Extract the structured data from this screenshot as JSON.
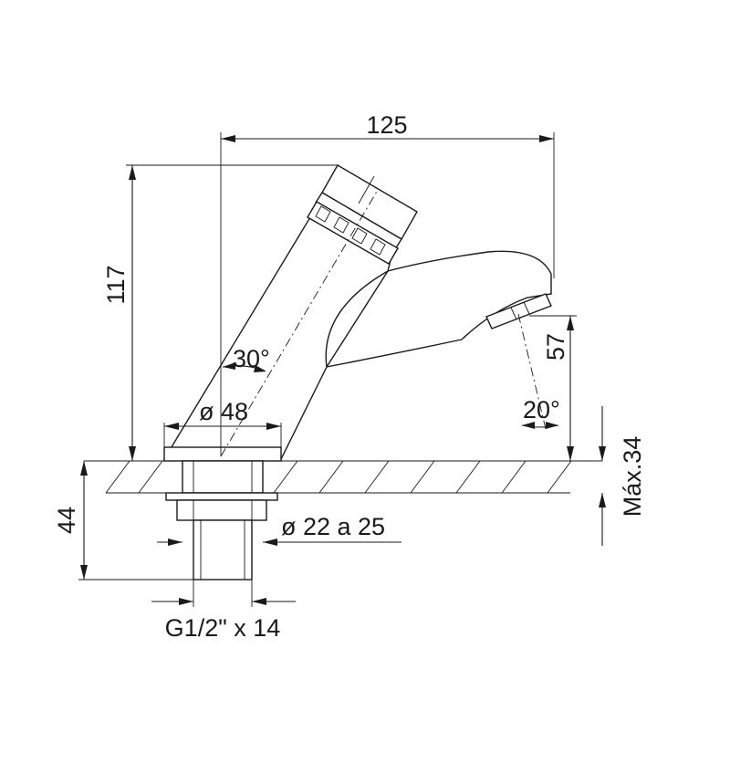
{
  "dimensions": {
    "width_total": "125",
    "height_total": "117",
    "spout_height": "57",
    "body_angle": "30°",
    "spout_angle": "20°",
    "base_diameter": "ø 48",
    "hole_diameter": "ø 22 a 25",
    "thread": "G1/2\" x 14",
    "shank_length": "44",
    "max_thickness": "Máx.34"
  }
}
